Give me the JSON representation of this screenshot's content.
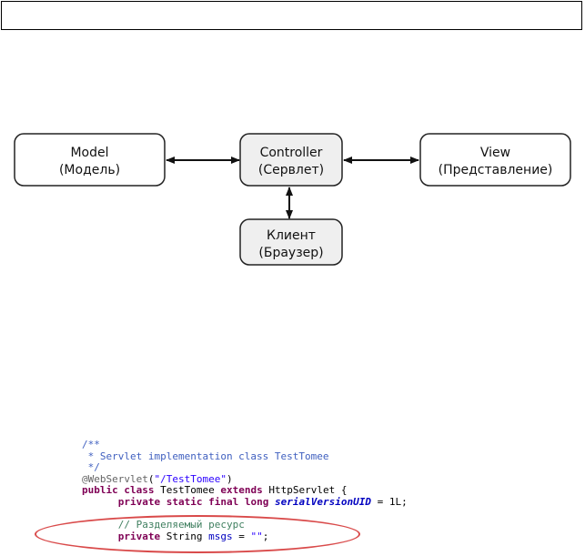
{
  "diagram": {
    "nodes": {
      "model": {
        "line1": "Model",
        "line2": "(Модель)"
      },
      "controller": {
        "line1": "Controller",
        "line2": "(Сервлет)"
      },
      "view": {
        "line1": "View",
        "line2": "(Представление)"
      },
      "client": {
        "line1": "Клиент",
        "line2": "(Браузер)"
      }
    },
    "colors": {
      "plain_fill": "#ffffff",
      "shaded_fill": "#efefef",
      "stroke": "#222222",
      "highlight": "#d94a4a"
    }
  },
  "code": {
    "l1": "/**",
    "l2": " * Servlet implementation class TestTomee",
    "l3": " */",
    "l4_annotation": "@WebServlet",
    "l4_open": "(",
    "l4_string": "\"/TestTomee\"",
    "l4_close": ")",
    "l5_public": "public",
    "l5_class": "class",
    "l5_name": "TestTomee",
    "l5_extends": "extends",
    "l5_rest": "HttpServlet {",
    "l6_private": "private",
    "l6_static": "static",
    "l6_final": "final",
    "l6_long": "long",
    "l6_field": "serialVersionUID",
    "l6_rest": "= 1L;",
    "l7_comment": "// Разделяемый ресурс",
    "l8_private": "private",
    "l8_type": "String",
    "l8_field": "msgs",
    "l8_eq": "=",
    "l8_string": "\"\"",
    "l8_end": ";"
  }
}
